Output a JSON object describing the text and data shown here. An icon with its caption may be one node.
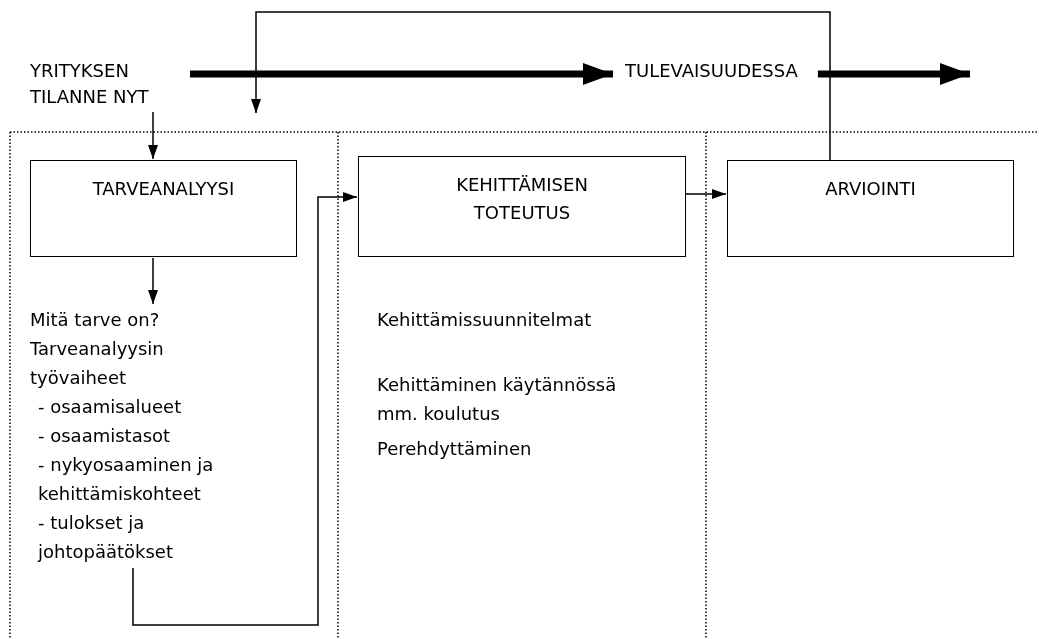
{
  "diagram": {
    "nodes": [
      {
        "text": [
          "YRITYKSEN TILANNE NYT"
        ]
      },
      {
        "text": [
          "TULEVAISUUDESSA"
        ]
      },
      {
        "text": [
          "TARVEANALYYSI"
        ]
      },
      {
        "text": [
          "Mitä tarve on?",
          "Tarveanalyysin työvaiheet",
          "- osaamisalueet",
          "- osaamistasot",
          "- nykyosaaminen ja kehittämiskohteet",
          "- tulokset ja johtopäätökset"
        ]
      },
      {
        "text": [
          "KEHITTÄMISEN TOTEUTUS"
        ]
      },
      {
        "text": [
          "ARVIOINTI"
        ]
      }
    ],
    "edges": [
      {
        "from": 0,
        "to": 1,
        "arrow": "to",
        "style": "thick"
      },
      {
        "from": 1,
        "to": null,
        "arrow": "to",
        "style": "thick"
      },
      {
        "from": 0,
        "to": 2,
        "arrow": "to"
      },
      {
        "from": 2,
        "to": 3,
        "arrow": "to"
      },
      {
        "from": 3,
        "to": 4,
        "arrow": "to"
      },
      {
        "from": 4,
        "to": 5,
        "arrow": "to"
      },
      {
        "from": 5,
        "to": null,
        "arrow": "to"
      }
    ],
    "labels": [
      "Kehittämissuunnitelmat",
      "Kehittäminen käytännössä mm. koulutus",
      "Perehdyttäminen"
    ]
  }
}
